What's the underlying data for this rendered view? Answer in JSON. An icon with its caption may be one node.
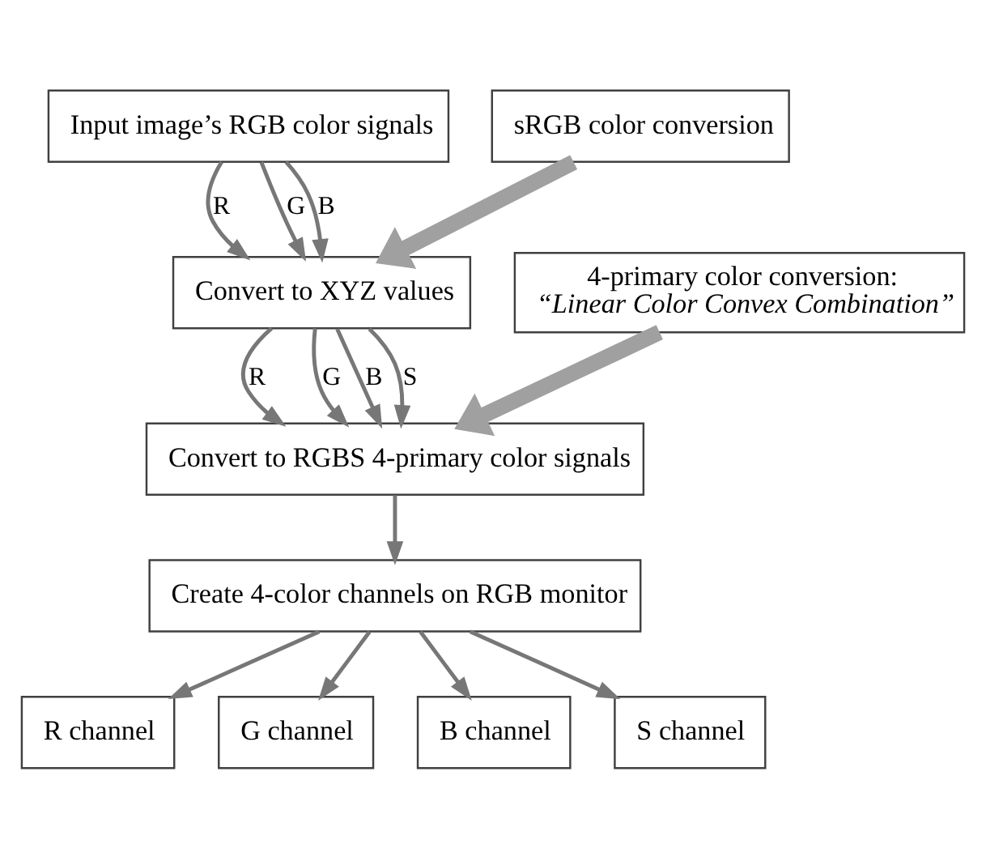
{
  "diagram": {
    "nodes": [
      {
        "text": [
          "Input image’s RGB color signals"
        ]
      },
      {
        "text": [
          "sRGB color conversion"
        ]
      },
      {
        "text": [
          "Convert to XYZ values"
        ]
      },
      {
        "text": [
          "4-primary color conversion:",
          "“Linear Color Convex Combination”"
        ]
      },
      {
        "text": [
          "Convert to RGBS 4-primary color signals"
        ]
      },
      {
        "text": [
          "Create 4-color channels on RGB monitor"
        ]
      },
      {
        "text": [
          "R channel"
        ]
      },
      {
        "text": [
          "G channel"
        ]
      },
      {
        "text": [
          "B channel"
        ]
      },
      {
        "text": [
          "S channel"
        ]
      }
    ],
    "edges": [
      {
        "from": 0,
        "to": 2,
        "arrow": "to",
        "label": "R"
      },
      {
        "from": 0,
        "to": 2,
        "arrow": "to",
        "label": "G"
      },
      {
        "from": 0,
        "to": 2,
        "arrow": "to",
        "label": "B"
      },
      {
        "from": 1,
        "to": 2,
        "arrow": "to",
        "style": "thick",
        "color": "#a0a0a0"
      },
      {
        "from": 2,
        "to": 4,
        "arrow": "to",
        "label": "R"
      },
      {
        "from": 2,
        "to": 4,
        "arrow": "to",
        "label": "G"
      },
      {
        "from": 2,
        "to": 4,
        "arrow": "to",
        "label": "B"
      },
      {
        "from": 2,
        "to": 4,
        "arrow": "to",
        "label": "S"
      },
      {
        "from": 3,
        "to": 4,
        "arrow": "to",
        "style": "thick",
        "color": "#a0a0a0"
      },
      {
        "from": 4,
        "to": 5,
        "arrow": "to"
      },
      {
        "from": 5,
        "to": 6,
        "arrow": "to"
      },
      {
        "from": 5,
        "to": 7,
        "arrow": "to"
      },
      {
        "from": 5,
        "to": 8,
        "arrow": "to"
      },
      {
        "from": 5,
        "to": 9,
        "arrow": "to"
      }
    ]
  }
}
